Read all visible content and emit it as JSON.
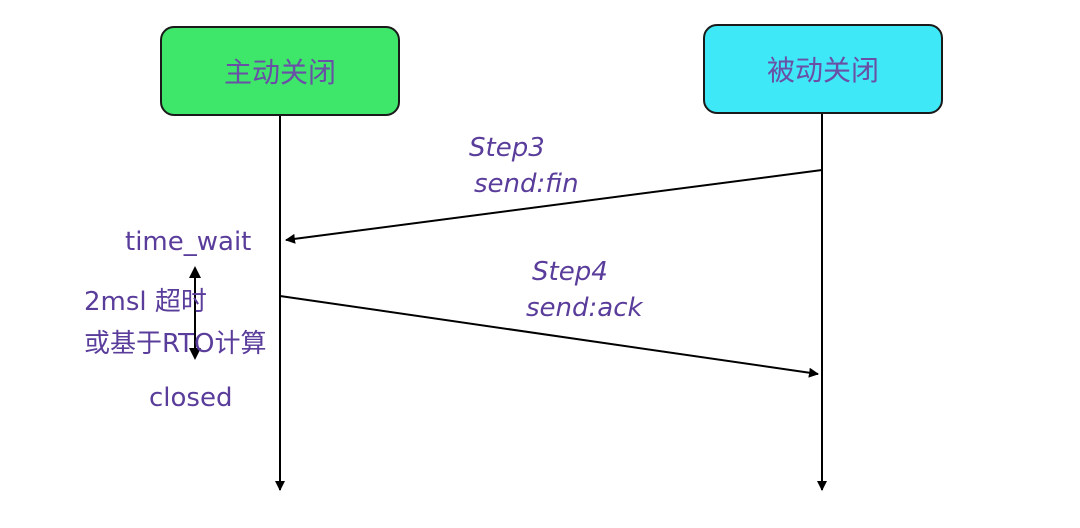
{
  "actors": {
    "active_close": "主动关闭",
    "passive_close": "被动关闭"
  },
  "messages": {
    "step3": {
      "title": "Step3",
      "action": "send:fin"
    },
    "step4": {
      "title": "Step4",
      "action": "send:ack"
    }
  },
  "states": {
    "time_wait": "time_wait",
    "timeout_line1": "2msl 超时",
    "timeout_line2": "或基于RTO计算",
    "closed": "closed"
  },
  "colors": {
    "active_box": "#3ee66a",
    "passive_box": "#3ee8f6",
    "label_text": "#5a3d9b",
    "line": "#000000"
  }
}
